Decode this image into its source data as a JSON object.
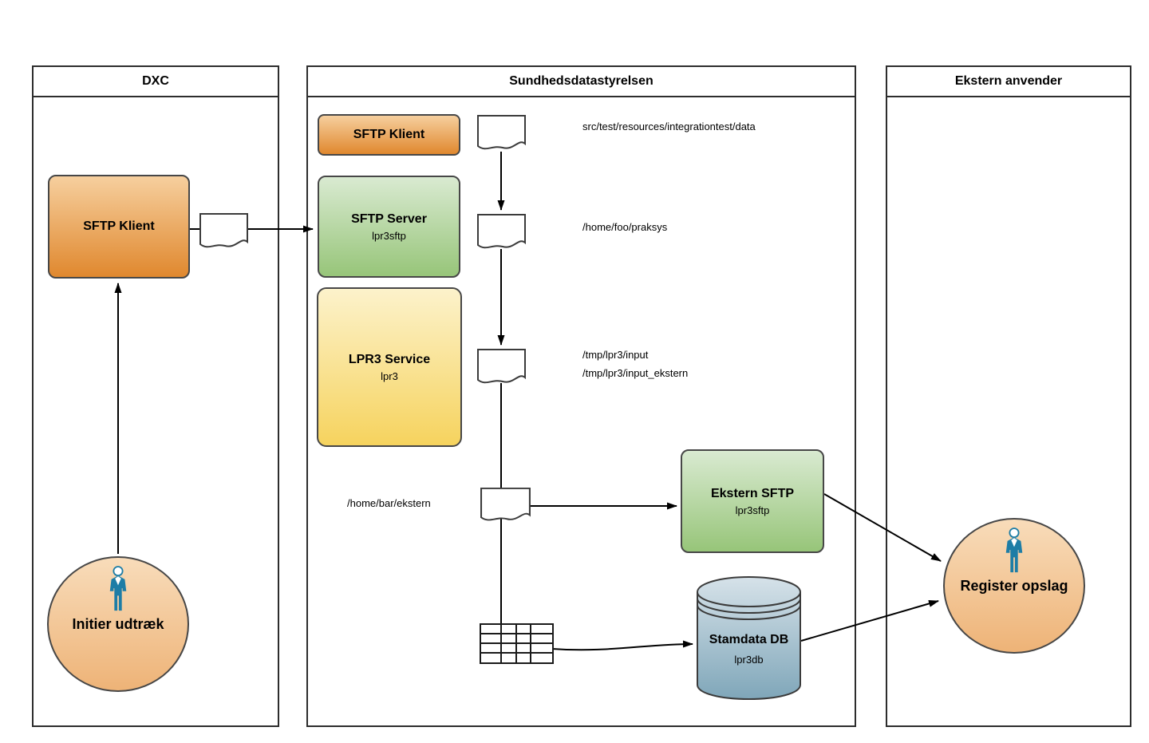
{
  "lanes": [
    {
      "title": "DXC"
    },
    {
      "title": "Sundhedsdatastyrelsen"
    },
    {
      "title": "Ekstern anvender"
    }
  ],
  "nodes": {
    "dxc_sftp_klient": {
      "label": "SFTP Klient"
    },
    "initier_udtraek": {
      "label": "Initier udtræk"
    },
    "sds_sftp_klient": {
      "label": "SFTP Klient"
    },
    "sftp_server": {
      "label": "SFTP Server",
      "sublabel": "lpr3sftp"
    },
    "lpr3_service": {
      "label": "LPR3 Service",
      "sublabel": "lpr3"
    },
    "ekstern_sftp": {
      "label": "Ekstern SFTP",
      "sublabel": "lpr3sftp"
    },
    "stamdata_db": {
      "label": "Stamdata DB",
      "sublabel": "lpr3db"
    },
    "register_opslag": {
      "label": "Register opslag"
    }
  },
  "labels": {
    "doc_top": "src/test/resources/integrationtest/data",
    "doc_praksys": "/home/foo/praksys",
    "doc_input_line1": "/tmp/lpr3/input",
    "doc_input_line2": "/tmp/lpr3/input_ekstern",
    "doc_ekstern": "/home/bar/ekstern"
  },
  "colors": {
    "orange_top": "#f6cf9e",
    "orange_bottom": "#e0882e",
    "green_top": "#d9ead1",
    "green_bottom": "#97c579",
    "yellow_top": "#fcf2cb",
    "yellow_bottom": "#f6d35e",
    "blue_top": "#d6e2e9",
    "blue_bottom": "#7fa6b9",
    "peach_top": "#f8dcba",
    "peach_bottom": "#eeb377",
    "person_blue": "#1d7da6",
    "line": "#000000",
    "border": "#424242"
  }
}
